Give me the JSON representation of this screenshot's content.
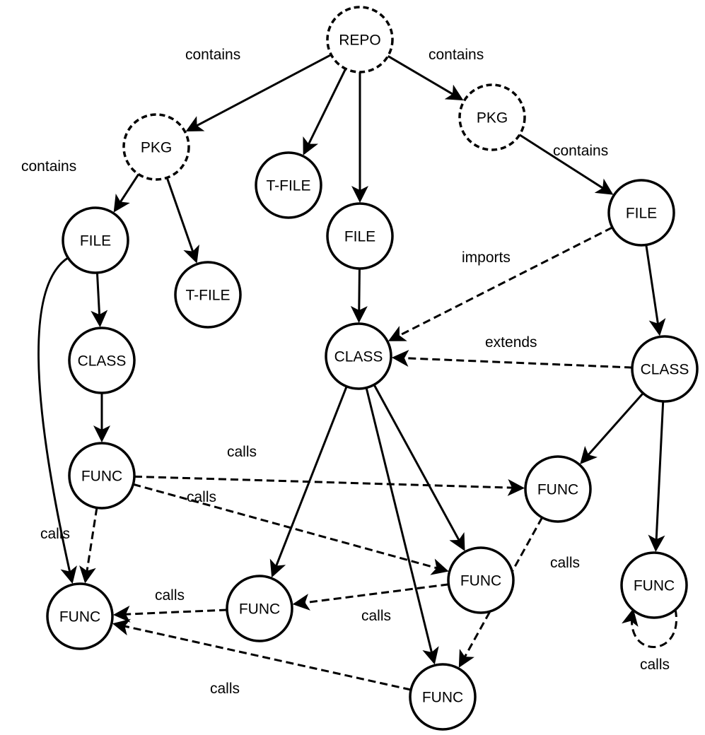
{
  "nodes": [
    {
      "id": "repo",
      "label": "REPO",
      "style": "dashed"
    },
    {
      "id": "pkg_left",
      "label": "PKG",
      "style": "dashed"
    },
    {
      "id": "pkg_right",
      "label": "PKG",
      "style": "dashed"
    },
    {
      "id": "tfile_mid",
      "label": "T-FILE",
      "style": "solid"
    },
    {
      "id": "file_mid",
      "label": "FILE",
      "style": "solid"
    },
    {
      "id": "file_left",
      "label": "FILE",
      "style": "solid"
    },
    {
      "id": "tfile_left",
      "label": "T-FILE",
      "style": "solid"
    },
    {
      "id": "file_right",
      "label": "FILE",
      "style": "solid"
    },
    {
      "id": "class_left",
      "label": "CLASS",
      "style": "solid"
    },
    {
      "id": "class_mid",
      "label": "CLASS",
      "style": "solid"
    },
    {
      "id": "class_right",
      "label": "CLASS",
      "style": "solid"
    },
    {
      "id": "func_left",
      "label": "FUNC",
      "style": "solid"
    },
    {
      "id": "func_rmid",
      "label": "FUNC",
      "style": "solid"
    },
    {
      "id": "func_mid_right",
      "label": "FUNC",
      "style": "solid"
    },
    {
      "id": "func_far_right",
      "label": "FUNC",
      "style": "solid"
    },
    {
      "id": "func_bottom_left",
      "label": "FUNC",
      "style": "solid"
    },
    {
      "id": "func_center_low",
      "label": "FUNC",
      "style": "solid"
    },
    {
      "id": "func_bottom",
      "label": "FUNC",
      "style": "solid"
    }
  ],
  "edges": [
    {
      "from": "repo",
      "to": "pkg_left",
      "style": "solid"
    },
    {
      "from": "repo",
      "to": "tfile_mid",
      "style": "solid"
    },
    {
      "from": "repo",
      "to": "file_mid",
      "style": "solid"
    },
    {
      "from": "repo",
      "to": "pkg_right",
      "style": "solid"
    },
    {
      "from": "pkg_left",
      "to": "file_left",
      "style": "solid"
    },
    {
      "from": "pkg_left",
      "to": "tfile_left",
      "style": "solid"
    },
    {
      "from": "pkg_right",
      "to": "file_right",
      "style": "solid"
    },
    {
      "from": "file_left",
      "to": "class_left",
      "style": "solid"
    },
    {
      "from": "file_left",
      "to": "func_bottom_left",
      "style": "solid"
    },
    {
      "from": "file_mid",
      "to": "class_mid",
      "style": "solid"
    },
    {
      "from": "file_right",
      "to": "class_mid",
      "style": "dashed"
    },
    {
      "from": "file_right",
      "to": "class_right",
      "style": "solid"
    },
    {
      "from": "class_left",
      "to": "func_left",
      "style": "solid"
    },
    {
      "from": "class_right",
      "to": "class_mid",
      "style": "dashed"
    },
    {
      "from": "class_right",
      "to": "func_rmid",
      "style": "solid"
    },
    {
      "from": "class_right",
      "to": "func_far_right",
      "style": "solid"
    },
    {
      "from": "class_mid",
      "to": "func_center_low",
      "style": "solid"
    },
    {
      "from": "class_mid",
      "to": "func_mid_right",
      "style": "solid"
    },
    {
      "from": "class_mid",
      "to": "func_bottom",
      "style": "solid"
    },
    {
      "from": "func_left",
      "to": "func_rmid",
      "style": "dashed"
    },
    {
      "from": "func_left",
      "to": "func_mid_right",
      "style": "dashed"
    },
    {
      "from": "func_left",
      "to": "func_bottom_left",
      "style": "dashed"
    },
    {
      "from": "func_mid_right",
      "to": "func_center_low",
      "style": "dashed"
    },
    {
      "from": "func_center_low",
      "to": "func_bottom_left",
      "style": "dashed"
    },
    {
      "from": "func_bottom",
      "to": "func_bottom_left",
      "style": "dashed"
    },
    {
      "from": "func_rmid",
      "to": "func_bottom",
      "style": "dashed"
    },
    {
      "from": "func_far_right",
      "to": "func_far_right",
      "style": "dashed"
    }
  ],
  "edge_labels": [
    "contains",
    "contains",
    "contains",
    "contains",
    "imports",
    "extends",
    "calls",
    "calls",
    "calls",
    "calls",
    "calls",
    "calls",
    "calls",
    "calls"
  ]
}
